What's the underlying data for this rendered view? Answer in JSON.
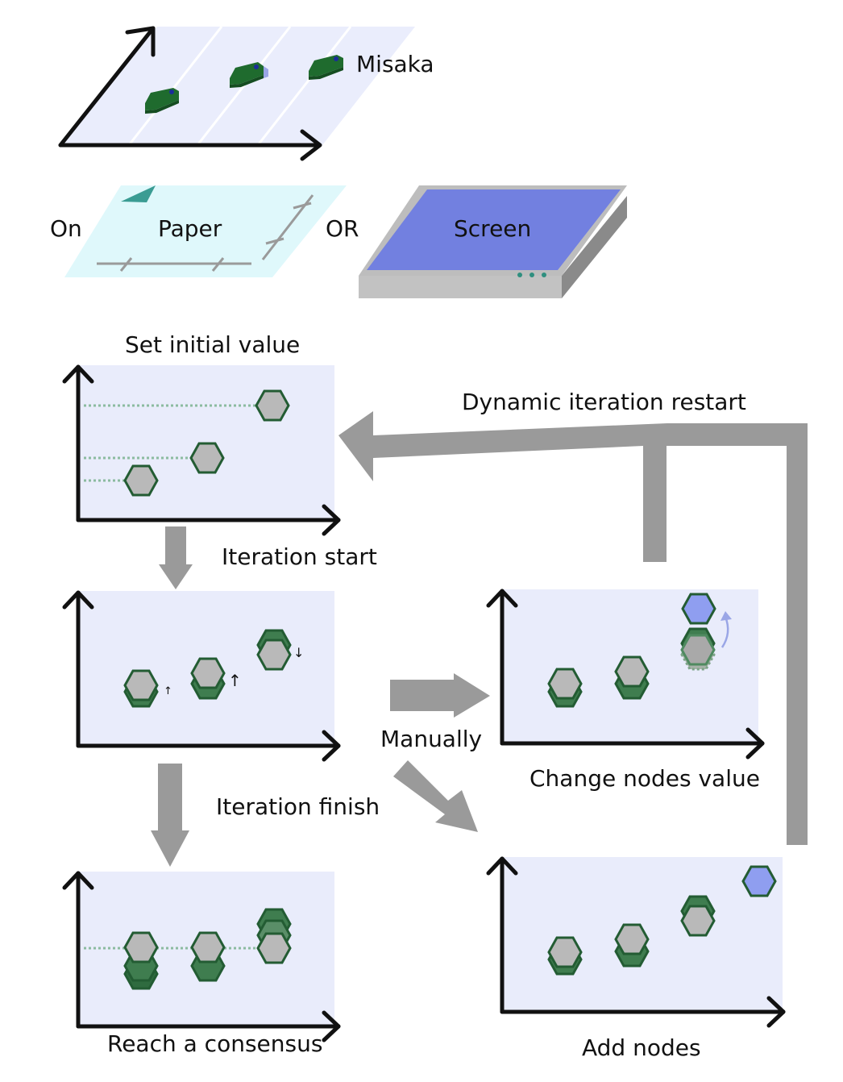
{
  "top": {
    "agent_label": "Misaka",
    "on_label": "On",
    "paper_label": "Paper",
    "or_label": "OR",
    "screen_label": "Screen"
  },
  "steps": {
    "initial": "Set initial value",
    "iteration_start": "Iteration start",
    "iteration_finish": "Iteration finish",
    "consensus": "Reach a consensus",
    "manually": "Manually",
    "change_nodes": "Change nodes value",
    "add_nodes": "Add nodes",
    "restart": "Dynamic iteration restart"
  },
  "colors": {
    "panel": "#e9ecfb",
    "plane": "#eaedfc",
    "paper": "#dff8fb",
    "screen": "#7280e0",
    "screen_base": "#c0c0c0",
    "agent": "#1f6b2e",
    "node_fill": "#b9b9b9",
    "node_stroke": "#235c33",
    "node_shadow": "#3f7d4f",
    "new_node": "#8f9ef0",
    "arrow_gray": "#9a9a9a",
    "axis": "#111111"
  }
}
